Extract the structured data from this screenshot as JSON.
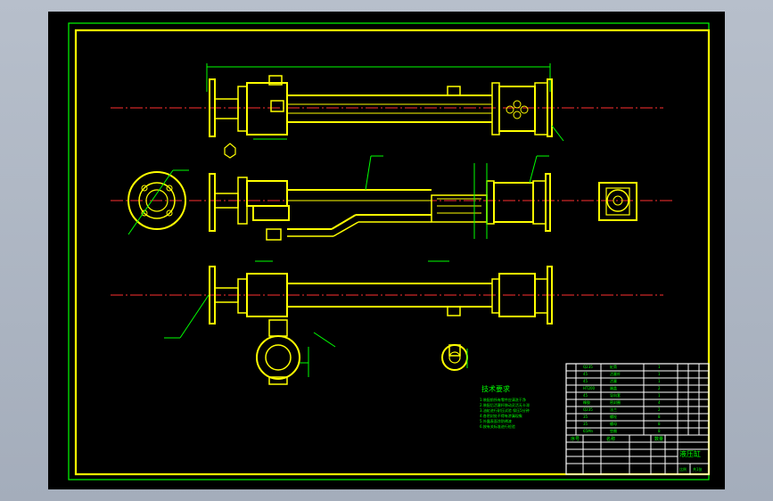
{
  "drawing": {
    "tech_title": "技术要求",
    "tech_notes": [
      "1.装配前所有零件应清洗干净",
      "2.装配后活塞杆移动灵活无卡滞",
      "3.油缸进行耐压试验 保压5分钟",
      "4.各密封处不得有渗漏现象",
      "5.外露表面涂防锈漆",
      "6.按有关标准进行检验"
    ],
    "bom_rows": [
      [
        "Q235",
        "缸筒",
        "1"
      ],
      [
        "45",
        "活塞杆",
        "1"
      ],
      [
        "45",
        "活塞",
        "1"
      ],
      [
        "HT200",
        "端盖",
        "2"
      ],
      [
        "45",
        "导向套",
        "1"
      ],
      [
        "橡胶",
        "密封圈",
        "4"
      ],
      [
        "Q235",
        "法兰",
        "2"
      ],
      [
        "35",
        "螺栓",
        "8"
      ],
      [
        "35",
        "螺母",
        "8"
      ],
      [
        "65Mn",
        "垫圈",
        "8"
      ]
    ],
    "bom_header": [
      "序号",
      "名称",
      "数量"
    ],
    "title_name": "液压缸",
    "scale_label": "比例",
    "sheet_label": "共1张"
  }
}
